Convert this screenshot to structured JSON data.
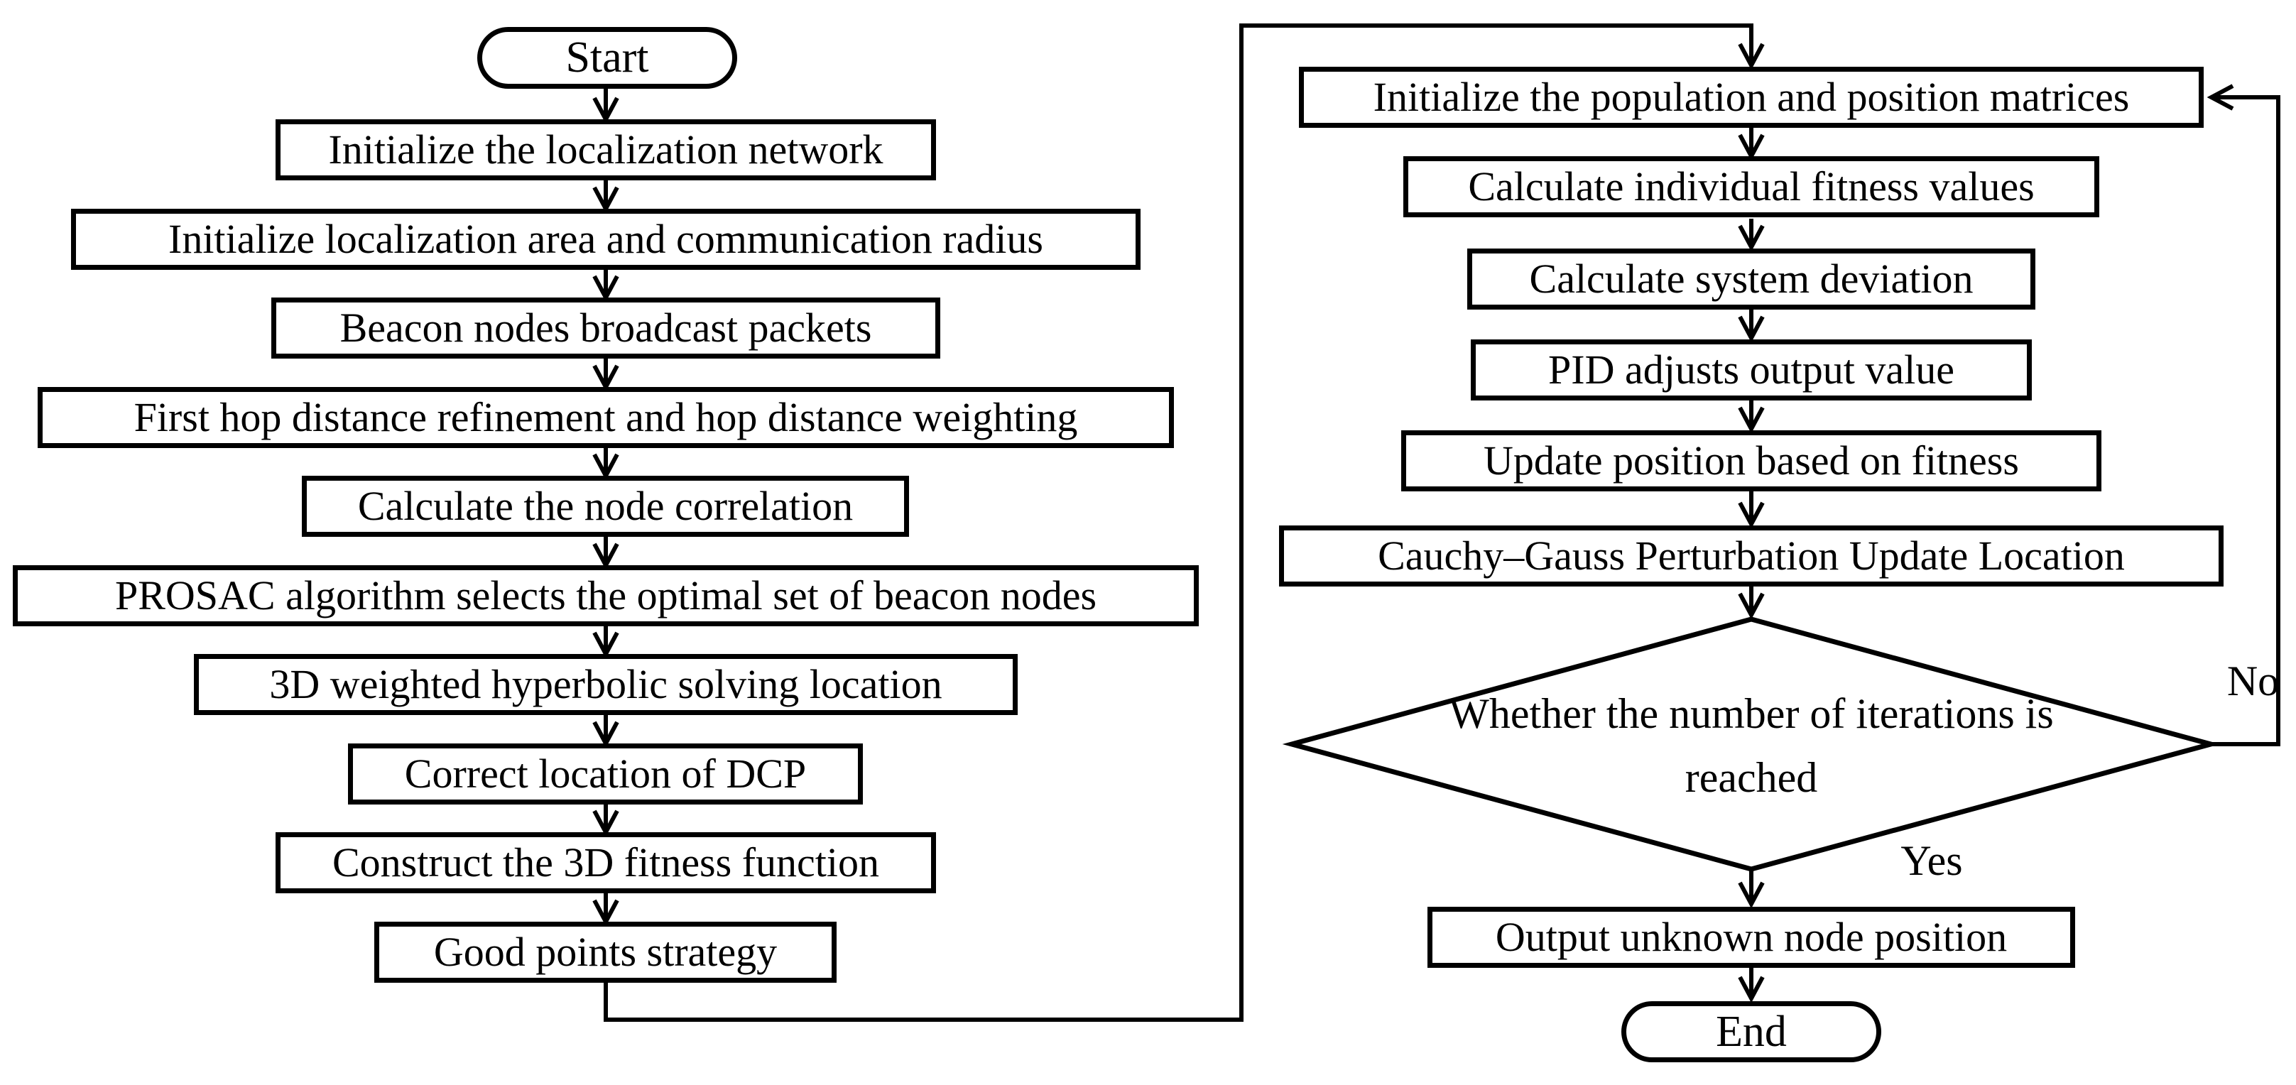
{
  "colors": {
    "line": "#000000",
    "text": "#000000",
    "background": "#ffffff"
  },
  "left": {
    "start_label": "Start",
    "steps": [
      "Initialize the localization network",
      "Initialize localization area and communication radius",
      "Beacon nodes broadcast packets",
      "First hop distance refinement and hop distance weighting",
      "Calculate the node correlation",
      "PROSAC algorithm selects the optimal set of beacon nodes",
      "3D weighted hyperbolic solving location",
      "Correct location of DCP",
      "Construct the 3D fitness function",
      "Good points strategy"
    ]
  },
  "right": {
    "steps": [
      "Initialize the population and position matrices",
      "Calculate individual fitness values",
      "Calculate system deviation",
      "PID adjusts output value",
      "Update position based on fitness",
      "Cauchy–Gauss Perturbation Update Location"
    ],
    "decision_line1": "Whether the number of iterations is",
    "decision_line2": "reached",
    "output_label": "Output unknown node position",
    "end_label": "End",
    "no_label": "No",
    "yes_label": "Yes"
  }
}
